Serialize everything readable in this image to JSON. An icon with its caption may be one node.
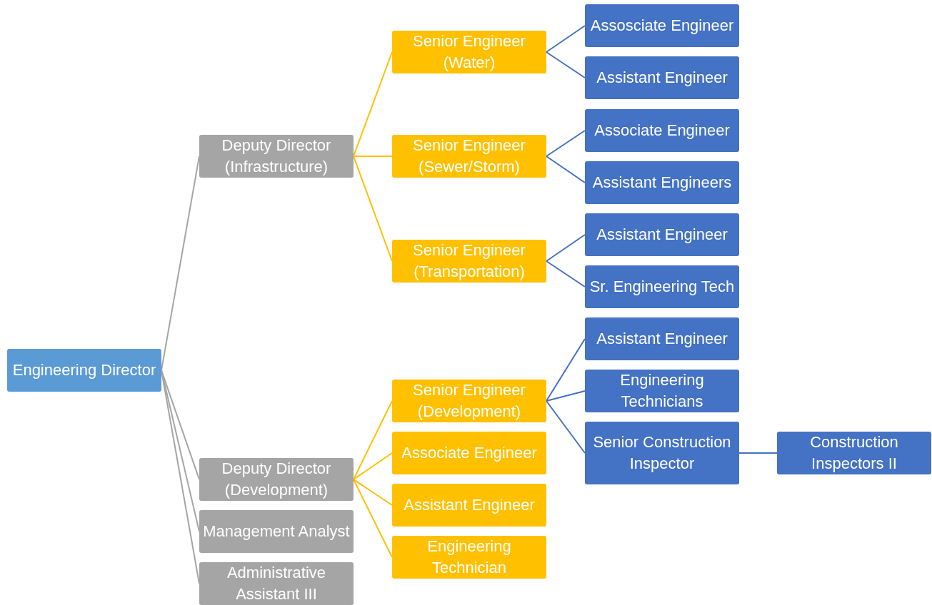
{
  "diagram": {
    "nodes": [
      {
        "text": [
          "Engineering Director"
        ]
      },
      {
        "text": [
          "Deputy Director (Infrastructure)"
        ]
      },
      {
        "text": [
          "Deputy Director (Development)"
        ]
      },
      {
        "text": [
          "Management Analyst"
        ]
      },
      {
        "text": [
          "Administrative Assistant III"
        ]
      },
      {
        "text": [
          "Senior Engineer (Water)"
        ]
      },
      {
        "text": [
          "Senior Engineer (Sewer/Storm)"
        ]
      },
      {
        "text": [
          "Senior Engineer (Transportation)"
        ]
      },
      {
        "text": [
          "Senior Engineer (Development)"
        ]
      },
      {
        "text": [
          "Associate Engineer"
        ]
      },
      {
        "text": [
          "Assistant Engineer"
        ]
      },
      {
        "text": [
          "Engineering Technician"
        ]
      },
      {
        "text": [
          "Assosciate Engineer"
        ]
      },
      {
        "text": [
          "Assistant Engineer"
        ]
      },
      {
        "text": [
          "Associate Engineer"
        ]
      },
      {
        "text": [
          "Assistant Engineers"
        ]
      },
      {
        "text": [
          "Assistant Engineer"
        ]
      },
      {
        "text": [
          "Sr. Engineering Tech"
        ]
      },
      {
        "text": [
          "Assistant Engineer"
        ]
      },
      {
        "text": [
          "Engineering Technicians"
        ]
      },
      {
        "text": [
          "Senior Construction Inspector"
        ]
      },
      {
        "text": [
          "Construction Inspectors II"
        ]
      }
    ],
    "edges": [
      {
        "from": 0,
        "to": 1,
        "arrow": "none",
        "color": "#a5a5a5"
      },
      {
        "from": 0,
        "to": 2,
        "arrow": "none",
        "color": "#a5a5a5"
      },
      {
        "from": 0,
        "to": 3,
        "arrow": "none",
        "color": "#a5a5a5"
      },
      {
        "from": 0,
        "to": 4,
        "arrow": "none",
        "color": "#a5a5a5"
      },
      {
        "from": 1,
        "to": 5,
        "arrow": "none",
        "color": "#ffc000"
      },
      {
        "from": 1,
        "to": 6,
        "arrow": "none",
        "color": "#ffc000"
      },
      {
        "from": 1,
        "to": 7,
        "arrow": "none",
        "color": "#ffc000"
      },
      {
        "from": 2,
        "to": 8,
        "arrow": "none",
        "color": "#ffc000"
      },
      {
        "from": 2,
        "to": 9,
        "arrow": "none",
        "color": "#ffc000"
      },
      {
        "from": 2,
        "to": 10,
        "arrow": "none",
        "color": "#ffc000"
      },
      {
        "from": 2,
        "to": 11,
        "arrow": "none",
        "color": "#ffc000"
      },
      {
        "from": 5,
        "to": 12,
        "arrow": "none"
      },
      {
        "from": 5,
        "to": 13,
        "arrow": "none"
      },
      {
        "from": 6,
        "to": 14,
        "arrow": "none"
      },
      {
        "from": 6,
        "to": 15,
        "arrow": "none"
      },
      {
        "from": 7,
        "to": 16,
        "arrow": "none"
      },
      {
        "from": 7,
        "to": 17,
        "arrow": "none"
      },
      {
        "from": 8,
        "to": 18,
        "arrow": "none"
      },
      {
        "from": 8,
        "to": 19,
        "arrow": "none"
      },
      {
        "from": 8,
        "to": 20,
        "arrow": "none"
      },
      {
        "from": 20,
        "to": 21,
        "arrow": "none"
      }
    ]
  }
}
